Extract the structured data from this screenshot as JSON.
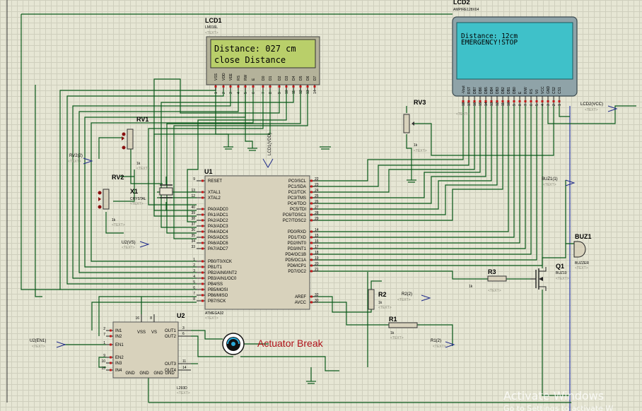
{
  "lcd1": {
    "ref": "LCD1",
    "model": "LM016L",
    "text_tag": "<TEXT>",
    "line1": "Distance: 027 cm",
    "line2": "close Distance",
    "pins": [
      "VSS",
      "VDD",
      "VEE",
      "RS",
      "RW",
      "E",
      "D0",
      "D1",
      "D2",
      "D3",
      "D4",
      "D5",
      "D6",
      "D7"
    ],
    "pin_numbers": [
      "1",
      "2",
      "3",
      "4",
      "5",
      "6",
      "7",
      "8",
      "9",
      "10",
      "11",
      "12",
      "13",
      "14"
    ],
    "vdd_net": "LCD1(VDD)"
  },
  "lcd2": {
    "ref": "LCD2",
    "model": "AMPIRE128X64",
    "text_tag": "<TEXT>",
    "line1": "Distance: 12cm",
    "line2": "EMERGENCY!STOP",
    "pins": [
      "-Vout",
      "RST",
      "DB7",
      "DB6",
      "DB5",
      "DB4",
      "DB3",
      "DB2",
      "DB1",
      "DB0",
      "E",
      "R/W",
      "RS",
      "V0",
      "VCC",
      "GND",
      "CS2",
      "CS1"
    ],
    "pin_numbers": [
      "18",
      "17",
      "16",
      "15",
      "14",
      "13",
      "12",
      "11",
      "10",
      "9",
      "8",
      "7",
      "6",
      "5",
      "4",
      "3",
      "2",
      "1"
    ],
    "vcc_net": "LCD2(VCC)"
  },
  "u1": {
    "ref": "U1",
    "model": "ATMEGA32",
    "text_tag": "<TEXT>",
    "left_pins": [
      {
        "num": "9",
        "name": "RESET"
      },
      {
        "num": "13",
        "name": "XTAL1"
      },
      {
        "num": "12",
        "name": "XTAL2"
      },
      {
        "num": "40",
        "name": "PA0/ADC0"
      },
      {
        "num": "39",
        "name": "PA1/ADC1"
      },
      {
        "num": "38",
        "name": "PA2/ADC2"
      },
      {
        "num": "37",
        "name": "PA3/ADC3"
      },
      {
        "num": "36",
        "name": "PA4/ADC4"
      },
      {
        "num": "35",
        "name": "PA5/ADC5"
      },
      {
        "num": "34",
        "name": "PA6/ADC6"
      },
      {
        "num": "33",
        "name": "PA7/ADC7"
      },
      {
        "num": "1",
        "name": "PB0/T0/XCK"
      },
      {
        "num": "2",
        "name": "PB1/T1"
      },
      {
        "num": "3",
        "name": "PB2/AIN0/INT2"
      },
      {
        "num": "4",
        "name": "PB3/AIN1/OC0"
      },
      {
        "num": "5",
        "name": "PB4/SS"
      },
      {
        "num": "6",
        "name": "PB5/MOSI"
      },
      {
        "num": "7",
        "name": "PB6/MISO"
      },
      {
        "num": "8",
        "name": "PB7/SCK"
      }
    ],
    "right_pins": [
      {
        "num": "22",
        "name": "PC0/SCL"
      },
      {
        "num": "23",
        "name": "PC1/SDA"
      },
      {
        "num": "24",
        "name": "PC2/TCK"
      },
      {
        "num": "25",
        "name": "PC3/TMS"
      },
      {
        "num": "26",
        "name": "PC4/TDO"
      },
      {
        "num": "27",
        "name": "PC5/TDI"
      },
      {
        "num": "28",
        "name": "PC6/TOSC1"
      },
      {
        "num": "29",
        "name": "PC7/TOSC2"
      },
      {
        "num": "14",
        "name": "PD0/RXD"
      },
      {
        "num": "15",
        "name": "PD1/TXD"
      },
      {
        "num": "16",
        "name": "PD2/INT0"
      },
      {
        "num": "17",
        "name": "PD3/INT1"
      },
      {
        "num": "18",
        "name": "PD4/OC1B"
      },
      {
        "num": "19",
        "name": "PD5/OC1A"
      },
      {
        "num": "20",
        "name": "PD6/ICP1"
      },
      {
        "num": "21",
        "name": "PD7/OC2"
      },
      {
        "num": "32",
        "name": "AREF"
      },
      {
        "num": "30",
        "name": "AVCC"
      }
    ]
  },
  "u2": {
    "ref": "U2",
    "model": "L293D",
    "text_tag": "<TEXT>",
    "top_pins": [
      {
        "num": "16",
        "name": "VSS"
      },
      {
        "num": "8",
        "name": "VS"
      }
    ],
    "left_pins": [
      {
        "num": "2",
        "name": "IN1"
      },
      {
        "num": "7",
        "name": "IN2"
      },
      {
        "num": "1",
        "name": "EN1"
      },
      {
        "num": "9",
        "name": "EN2"
      },
      {
        "num": "10",
        "name": "IN3"
      },
      {
        "num": "15",
        "name": "IN4"
      }
    ],
    "right_pins": [
      {
        "num": "3",
        "name": "OUT1"
      },
      {
        "num": "6",
        "name": "OUT2"
      },
      {
        "num": "11",
        "name": "OUT3"
      },
      {
        "num": "14",
        "name": "OUT4"
      }
    ],
    "gnd_labels": [
      "GND",
      "GND",
      "GND",
      "GND"
    ],
    "en_net": "U2(EN1)",
    "vs_net": "U2(VS)"
  },
  "rv1": {
    "ref": "RV1",
    "value": "1k",
    "text_tag": "<TEXT>",
    "net": "RV2(2)"
  },
  "rv2": {
    "ref": "RV2",
    "value": "1k",
    "text_tag": "<TEXT>"
  },
  "rv3": {
    "ref": "RV3",
    "value": "1k",
    "text_tag": "<TEXT>"
  },
  "x1": {
    "ref": "X1",
    "model": "CRYSTAL",
    "text_tag": "<TEXT>"
  },
  "r1": {
    "ref": "R1",
    "value": "1k",
    "text_tag": "<TEXT>",
    "net": "R1(2)"
  },
  "r2": {
    "ref": "R2",
    "value": "1k",
    "text_tag": "<TEXT>",
    "net": "R2(2)"
  },
  "r3": {
    "ref": "R3",
    "value": "1k",
    "text_tag": "<TEXT>"
  },
  "q1": {
    "ref": "Q1",
    "model": "BUZ10",
    "text_tag": "<TEXT>"
  },
  "buz1": {
    "ref": "BUZ1",
    "model": "BUZZER",
    "text_tag": "<TEXT>",
    "net": "BUZ1(1)"
  },
  "actuator_label": "Actuator Break",
  "watermark": {
    "line1": "Activate Windows",
    "line2": "Go to Settings to activate W"
  },
  "colors": {
    "wire": "#0a5a1a",
    "lcd1_screen": "#b9cf6a",
    "lcd2_screen": "#3fc1c9",
    "component_body": "#d8d2bc",
    "actuator_text": "#b0121a",
    "net_label": "#1f2a8a"
  }
}
